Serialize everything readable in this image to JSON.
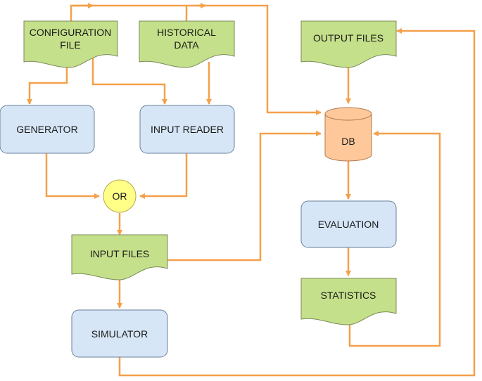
{
  "colors": {
    "arrow": "#f5a04a",
    "document_fill": "#c5e08a",
    "document_stroke": "#7a8a5a",
    "process_fill": "#d6e6f7",
    "process_stroke": "#6a7f9a",
    "db_fill": "#ffc89a",
    "db_stroke": "#b07a50",
    "or_fill": "#ffff88",
    "or_stroke": "#b8a84a"
  },
  "nodes": {
    "configuration_file": {
      "line1": "CONFIGURATION",
      "line2": "FILE"
    },
    "historical_data": {
      "line1": "HISTORICAL",
      "line2": "DATA"
    },
    "output_files": "OUTPUT FILES",
    "generator": "GENERATOR",
    "input_reader": "INPUT READER",
    "db": "DB",
    "or_gate": "OR",
    "evaluation": "EVALUATION",
    "input_files": "INPUT FILES",
    "statistics": "STATISTICS",
    "simulator": "SIMULATOR"
  }
}
